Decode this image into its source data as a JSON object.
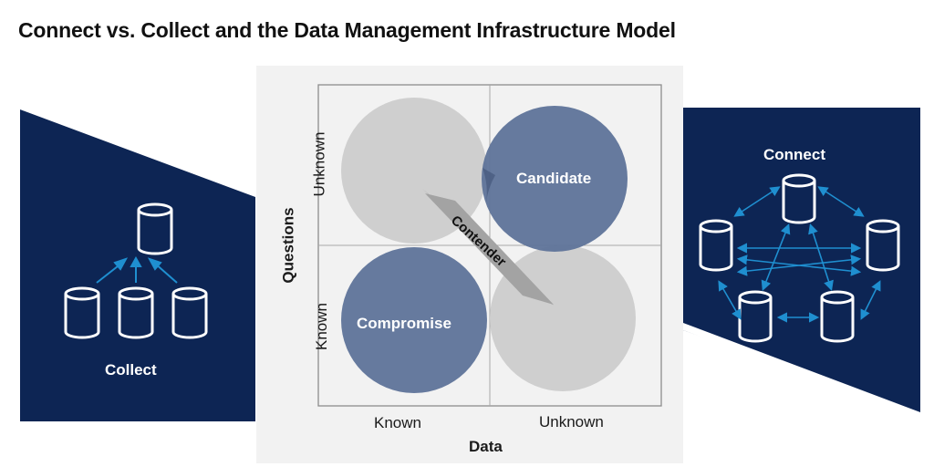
{
  "title": "Connect vs. Collect and the Data Management Infrastructure Model",
  "left_panel": {
    "label": "Collect"
  },
  "right_panel": {
    "label": "Connect"
  },
  "quadrant": {
    "x_axis_label": "Data",
    "y_axis_label": "Questions",
    "x_ticks": [
      "Known",
      "Unknown"
    ],
    "y_ticks": [
      "Unknown",
      "Known"
    ],
    "bubbles": {
      "top_right": "Candidate",
      "bottom_left": "Compromise",
      "diagonal": "Contender"
    }
  },
  "colors": {
    "navy": "#0d2554",
    "bubble_blue": "#5e7399",
    "bubble_gray": "#cfcfcf",
    "arrow_blue": "#1f8fd0",
    "center_bg": "#f2f2f2"
  }
}
